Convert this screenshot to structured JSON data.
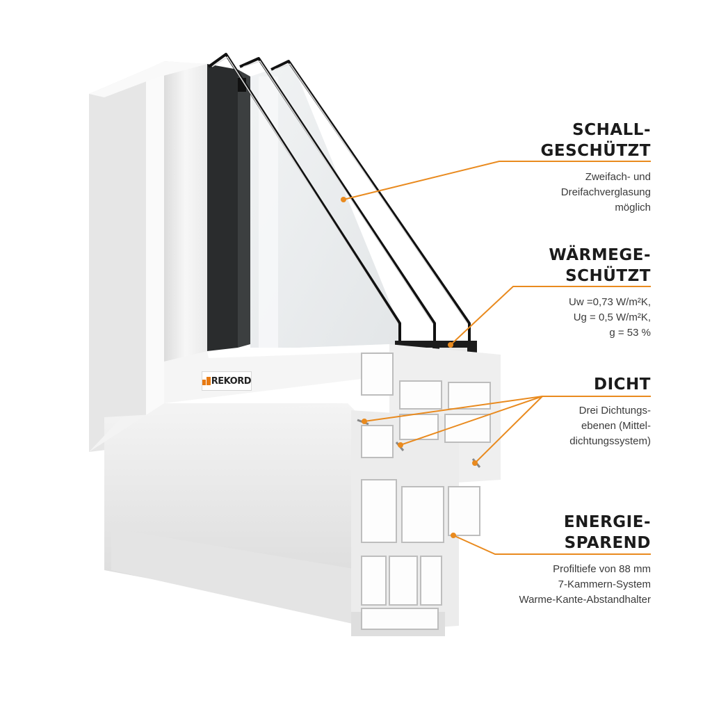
{
  "features": [
    {
      "title": "SCHALL-\nGESCHÜTZT",
      "description": "Zweifach- und\nDreifachverglasung\nmöglich"
    },
    {
      "title": "WÄRMEGE-\nSCHÜTZT",
      "description": "Uw =0,73 W/m²K,\nUg = 0,5 W/m²K,\ng = 53 %"
    },
    {
      "title": "DICHT",
      "description": "Drei Dichtungs-\nebenen (Mittel-\ndichtungssystem)"
    },
    {
      "title": "ENERGIE-\nSPAREND",
      "description": "Profiltiefe von 88 mm\n7-Kammern-System\nWarme-Kante-Abstandhalter"
    }
  ],
  "logo": {
    "text": "REKORD",
    "accent_color": "#e87b14"
  },
  "colors": {
    "leader_line": "#e98a1e",
    "frame": "#f2f2f2",
    "glass_edge": "#111111"
  }
}
